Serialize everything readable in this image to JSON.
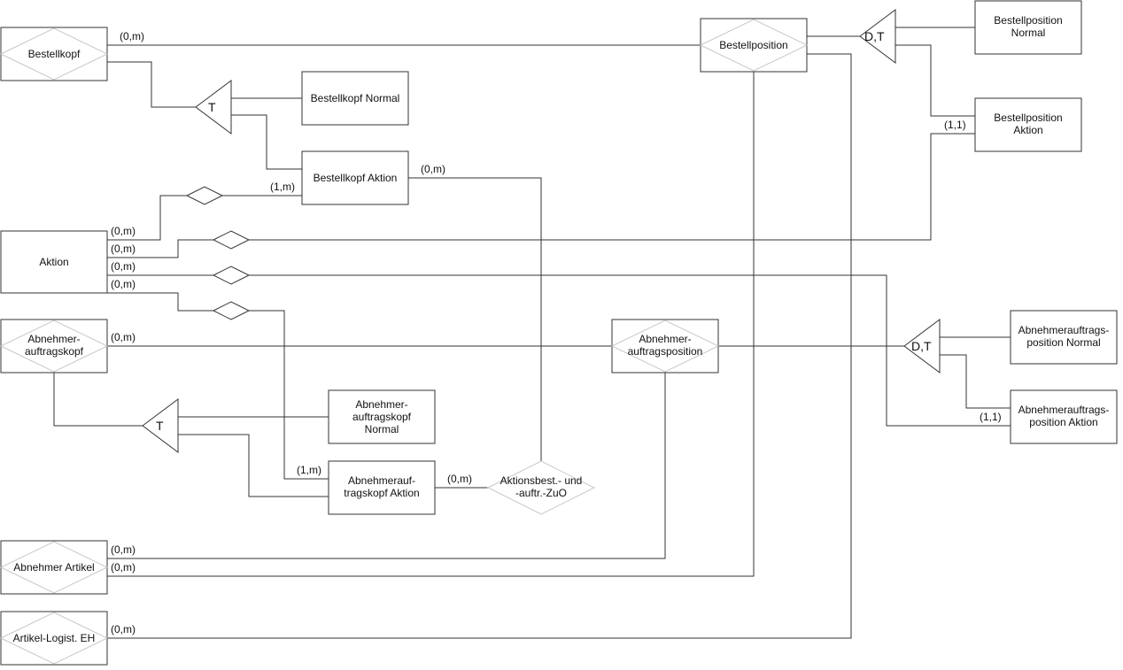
{
  "entities": {
    "bestellkopf": [
      "Bestellkopf"
    ],
    "bestellkopf_normal": [
      "Bestellkopf Normal"
    ],
    "bestellkopf_aktion": [
      "Bestellkopf Aktion"
    ],
    "bestellposition": [
      "Bestellposition"
    ],
    "bestellposition_normal": [
      "Bestellposition",
      "Normal"
    ],
    "bestellposition_aktion": [
      "Bestellposition",
      "Aktion"
    ],
    "aktion": [
      "Aktion"
    ],
    "abnehmerauftragskopf": [
      "Abnehmer-",
      "auftragskopf"
    ],
    "abnehmerauftragsposition": [
      "Abnehmer-",
      "auftragsposition"
    ],
    "abnehmerauftragsposition_normal": [
      "Abnehmerauftrags-",
      "position Normal"
    ],
    "abnehmerauftragsposition_aktion": [
      "Abnehmerauftrags-",
      "position Aktion"
    ],
    "abnehmerauftragskopf_normal": [
      "Abnehmer-",
      "auftragskopf",
      "Normal"
    ],
    "abnehmerauftragskopf_aktion": [
      "Abnehmerauf-",
      "tragskopf Aktion"
    ],
    "abnehmer_artikel": [
      "Abnehmer Artikel"
    ],
    "artikel_logist_eh": [
      "Artikel-Logist. EH"
    ]
  },
  "relationship": [
    "Aktionsbest.- und",
    "-auftr.-ZuO"
  ],
  "generalizations": {
    "bestellkopf": "T",
    "bestellposition": "D,T",
    "abnehmerauftragsposition": "D,T",
    "abnehmerauftragskopf": "T"
  },
  "cardinalities": {
    "bestellkopf_bestellposition": "(0,m)",
    "bestellkopf_aktion_zuo": "(0,m)",
    "bestellkopf_aktion_aktion": "(1,m)",
    "aktion_1": "(0,m)",
    "aktion_2": "(0,m)",
    "aktion_3": "(0,m)",
    "aktion_4": "(0,m)",
    "bestellposition_aktion": "(1,1)",
    "abnehmerauftragskopf_position": "(0,m)",
    "abnehmerauftragsposition_aktion": "(1,1)",
    "abnehmerauftragskopf_aktion_aktion": "(1,m)",
    "abnehmerauftragskopf_aktion_zuo": "(0,m)",
    "abnehmer_artikel_1": "(0,m)",
    "abnehmer_artikel_2": "(0,m)",
    "artikel_logist_eh": "(0,m)"
  }
}
